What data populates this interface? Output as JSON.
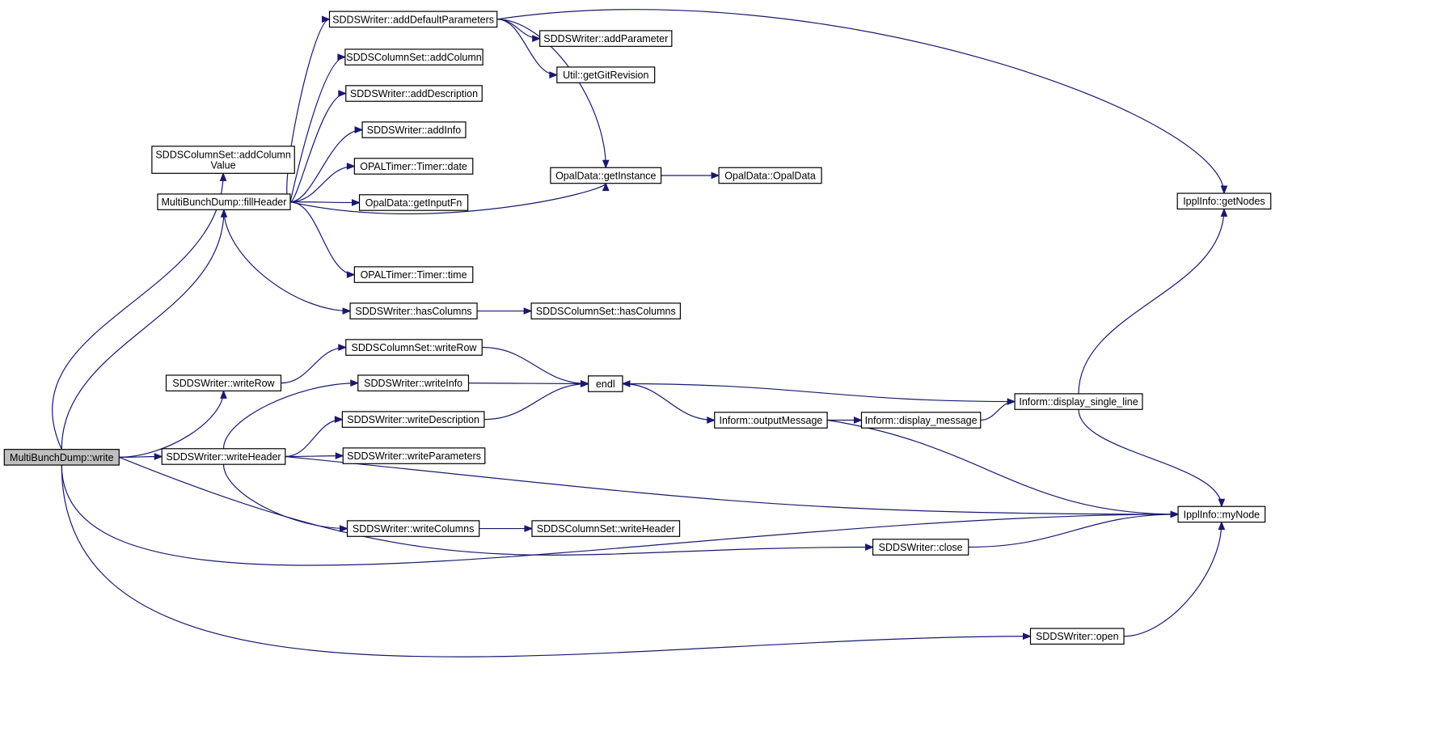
{
  "graph": {
    "nodes": [
      {
        "id": "write",
        "lines": [
          "MultiBunchDump::write"
        ],
        "root": true
      },
      {
        "id": "addColumnValue",
        "lines": [
          "SDDSColumnSet::addColumn",
          "Value"
        ]
      },
      {
        "id": "fillHeader",
        "lines": [
          "MultiBunchDump::fillHeader"
        ]
      },
      {
        "id": "writeRow",
        "lines": [
          "SDDSWriter::writeRow"
        ]
      },
      {
        "id": "writeHeader",
        "lines": [
          "SDDSWriter::writeHeader"
        ]
      },
      {
        "id": "addDefaultParameters",
        "lines": [
          "SDDSWriter::addDefaultParameters"
        ]
      },
      {
        "id": "addColumn",
        "lines": [
          "SDDSColumnSet::addColumn"
        ]
      },
      {
        "id": "addDescription",
        "lines": [
          "SDDSWriter::addDescription"
        ]
      },
      {
        "id": "addInfo",
        "lines": [
          "SDDSWriter::addInfo"
        ]
      },
      {
        "id": "timerDate",
        "lines": [
          "OPALTimer::Timer::date"
        ]
      },
      {
        "id": "getInputFn",
        "lines": [
          "OpalData::getInputFn"
        ]
      },
      {
        "id": "timerTime",
        "lines": [
          "OPALTimer::Timer::time"
        ]
      },
      {
        "id": "hasColumns",
        "lines": [
          "SDDSWriter::hasColumns"
        ]
      },
      {
        "id": "colsetWriteRow",
        "lines": [
          "SDDSColumnSet::writeRow"
        ]
      },
      {
        "id": "writeInfo",
        "lines": [
          "SDDSWriter::writeInfo"
        ]
      },
      {
        "id": "writeDescription",
        "lines": [
          "SDDSWriter::writeDescription"
        ]
      },
      {
        "id": "writeParameters",
        "lines": [
          "SDDSWriter::writeParameters"
        ]
      },
      {
        "id": "writeColumns",
        "lines": [
          "SDDSWriter::writeColumns"
        ]
      },
      {
        "id": "addParameter",
        "lines": [
          "SDDSWriter::addParameter"
        ]
      },
      {
        "id": "getGitRevision",
        "lines": [
          "Util::getGitRevision"
        ]
      },
      {
        "id": "getInstance",
        "lines": [
          "OpalData::getInstance"
        ]
      },
      {
        "id": "opalDataCtor",
        "lines": [
          "OpalData::OpalData"
        ]
      },
      {
        "id": "colsetHasColumns",
        "lines": [
          "SDDSColumnSet::hasColumns"
        ]
      },
      {
        "id": "endl",
        "lines": [
          "endl"
        ]
      },
      {
        "id": "outputMessage",
        "lines": [
          "Inform::outputMessage"
        ]
      },
      {
        "id": "displayMessage",
        "lines": [
          "Inform::display_message"
        ]
      },
      {
        "id": "displaySingleLine",
        "lines": [
          "Inform::display_single_line"
        ]
      },
      {
        "id": "colsetWriteHeader",
        "lines": [
          "SDDSColumnSet::writeHeader"
        ]
      },
      {
        "id": "close",
        "lines": [
          "SDDSWriter::close"
        ]
      },
      {
        "id": "open",
        "lines": [
          "SDDSWriter::open"
        ]
      },
      {
        "id": "getNodes",
        "lines": [
          "IpplInfo::getNodes"
        ]
      },
      {
        "id": "myNode",
        "lines": [
          "IpplInfo::myNode"
        ]
      }
    ],
    "edges": [
      [
        "write",
        "addColumnValue"
      ],
      [
        "write",
        "fillHeader"
      ],
      [
        "write",
        "writeRow"
      ],
      [
        "write",
        "writeHeader"
      ],
      [
        "write",
        "close"
      ],
      [
        "write",
        "myNode"
      ],
      [
        "write",
        "open"
      ],
      [
        "fillHeader",
        "addDefaultParameters"
      ],
      [
        "fillHeader",
        "addColumn"
      ],
      [
        "fillHeader",
        "addDescription"
      ],
      [
        "fillHeader",
        "addInfo"
      ],
      [
        "fillHeader",
        "timerDate"
      ],
      [
        "fillHeader",
        "getInputFn"
      ],
      [
        "fillHeader",
        "getInstance"
      ],
      [
        "fillHeader",
        "timerTime"
      ],
      [
        "fillHeader",
        "hasColumns"
      ],
      [
        "addDefaultParameters",
        "addParameter"
      ],
      [
        "addDefaultParameters",
        "getGitRevision"
      ],
      [
        "addDefaultParameters",
        "getInstance"
      ],
      [
        "addDefaultParameters",
        "getNodes"
      ],
      [
        "getInstance",
        "opalDataCtor"
      ],
      [
        "hasColumns",
        "colsetHasColumns"
      ],
      [
        "writeRow",
        "colsetWriteRow"
      ],
      [
        "colsetWriteRow",
        "endl"
      ],
      [
        "writeHeader",
        "writeInfo"
      ],
      [
        "writeHeader",
        "writeDescription"
      ],
      [
        "writeHeader",
        "writeParameters"
      ],
      [
        "writeHeader",
        "writeColumns"
      ],
      [
        "writeHeader",
        "myNode"
      ],
      [
        "writeInfo",
        "endl"
      ],
      [
        "writeDescription",
        "endl"
      ],
      [
        "writeColumns",
        "colsetWriteHeader"
      ],
      [
        "endl",
        "outputMessage"
      ],
      [
        "outputMessage",
        "displayMessage"
      ],
      [
        "outputMessage",
        "myNode"
      ],
      [
        "displayMessage",
        "displaySingleLine"
      ],
      [
        "displaySingleLine",
        "endl"
      ],
      [
        "displaySingleLine",
        "getNodes"
      ],
      [
        "displaySingleLine",
        "myNode"
      ],
      [
        "close",
        "myNode"
      ],
      [
        "open",
        "myNode"
      ]
    ]
  }
}
